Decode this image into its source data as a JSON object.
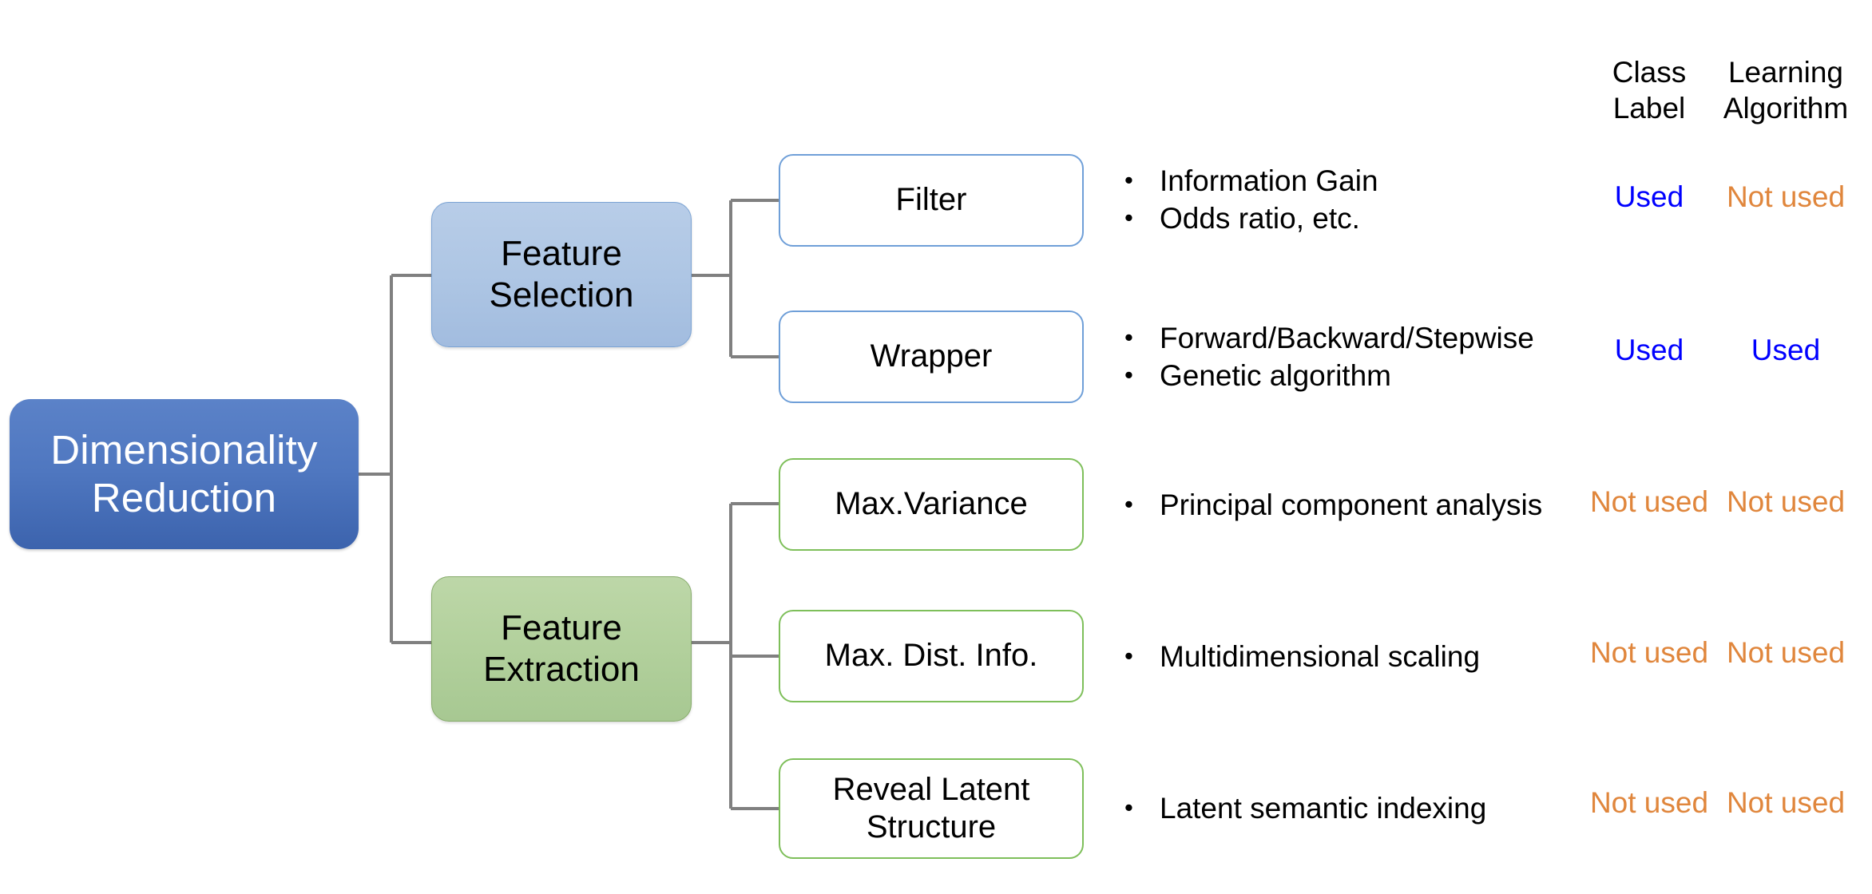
{
  "diagram": {
    "root": {
      "label": "Dimensionality\nReduction",
      "color": "#4f77c0"
    },
    "branches": [
      {
        "id": "feature-selection",
        "label": "Feature\nSelection",
        "color": "#aec6e4",
        "border": "#7ba3d4"
      },
      {
        "id": "feature-extraction",
        "label": "Feature\nExtraction",
        "color": "#b2d09c",
        "border": "#86ab6a"
      }
    ],
    "columns": {
      "class_label": "Class\nLabel",
      "learning_algorithm": "Learning\nAlgorithm"
    },
    "status_colors": {
      "used": "#0000ff",
      "not_used": "#e0863c"
    },
    "rows": [
      {
        "id": "filter",
        "method": "Filter",
        "parent": "feature-selection",
        "bullets": [
          "Information Gain",
          "Odds ratio, etc."
        ],
        "class_label": "Used",
        "learning_algorithm": "Not used"
      },
      {
        "id": "wrapper",
        "method": "Wrapper",
        "parent": "feature-selection",
        "bullets": [
          "Forward/Backward/Stepwise",
          "Genetic algorithm"
        ],
        "class_label": "Used",
        "learning_algorithm": "Used"
      },
      {
        "id": "max-variance",
        "method": "Max.Variance",
        "parent": "feature-extraction",
        "bullets": [
          "Principal component analysis"
        ],
        "class_label": "Not used",
        "learning_algorithm": "Not used"
      },
      {
        "id": "max-dist-info",
        "method": "Max. Dist. Info.",
        "parent": "feature-extraction",
        "bullets": [
          "Multidimensional scaling"
        ],
        "class_label": "Not used",
        "learning_algorithm": "Not used"
      },
      {
        "id": "reveal-latent-structure",
        "method": "Reveal Latent\nStructure",
        "parent": "feature-extraction",
        "bullets": [
          "Latent semantic indexing"
        ],
        "class_label": "Not used",
        "learning_algorithm": "Not used"
      }
    ],
    "bullet_glyph": "•"
  }
}
